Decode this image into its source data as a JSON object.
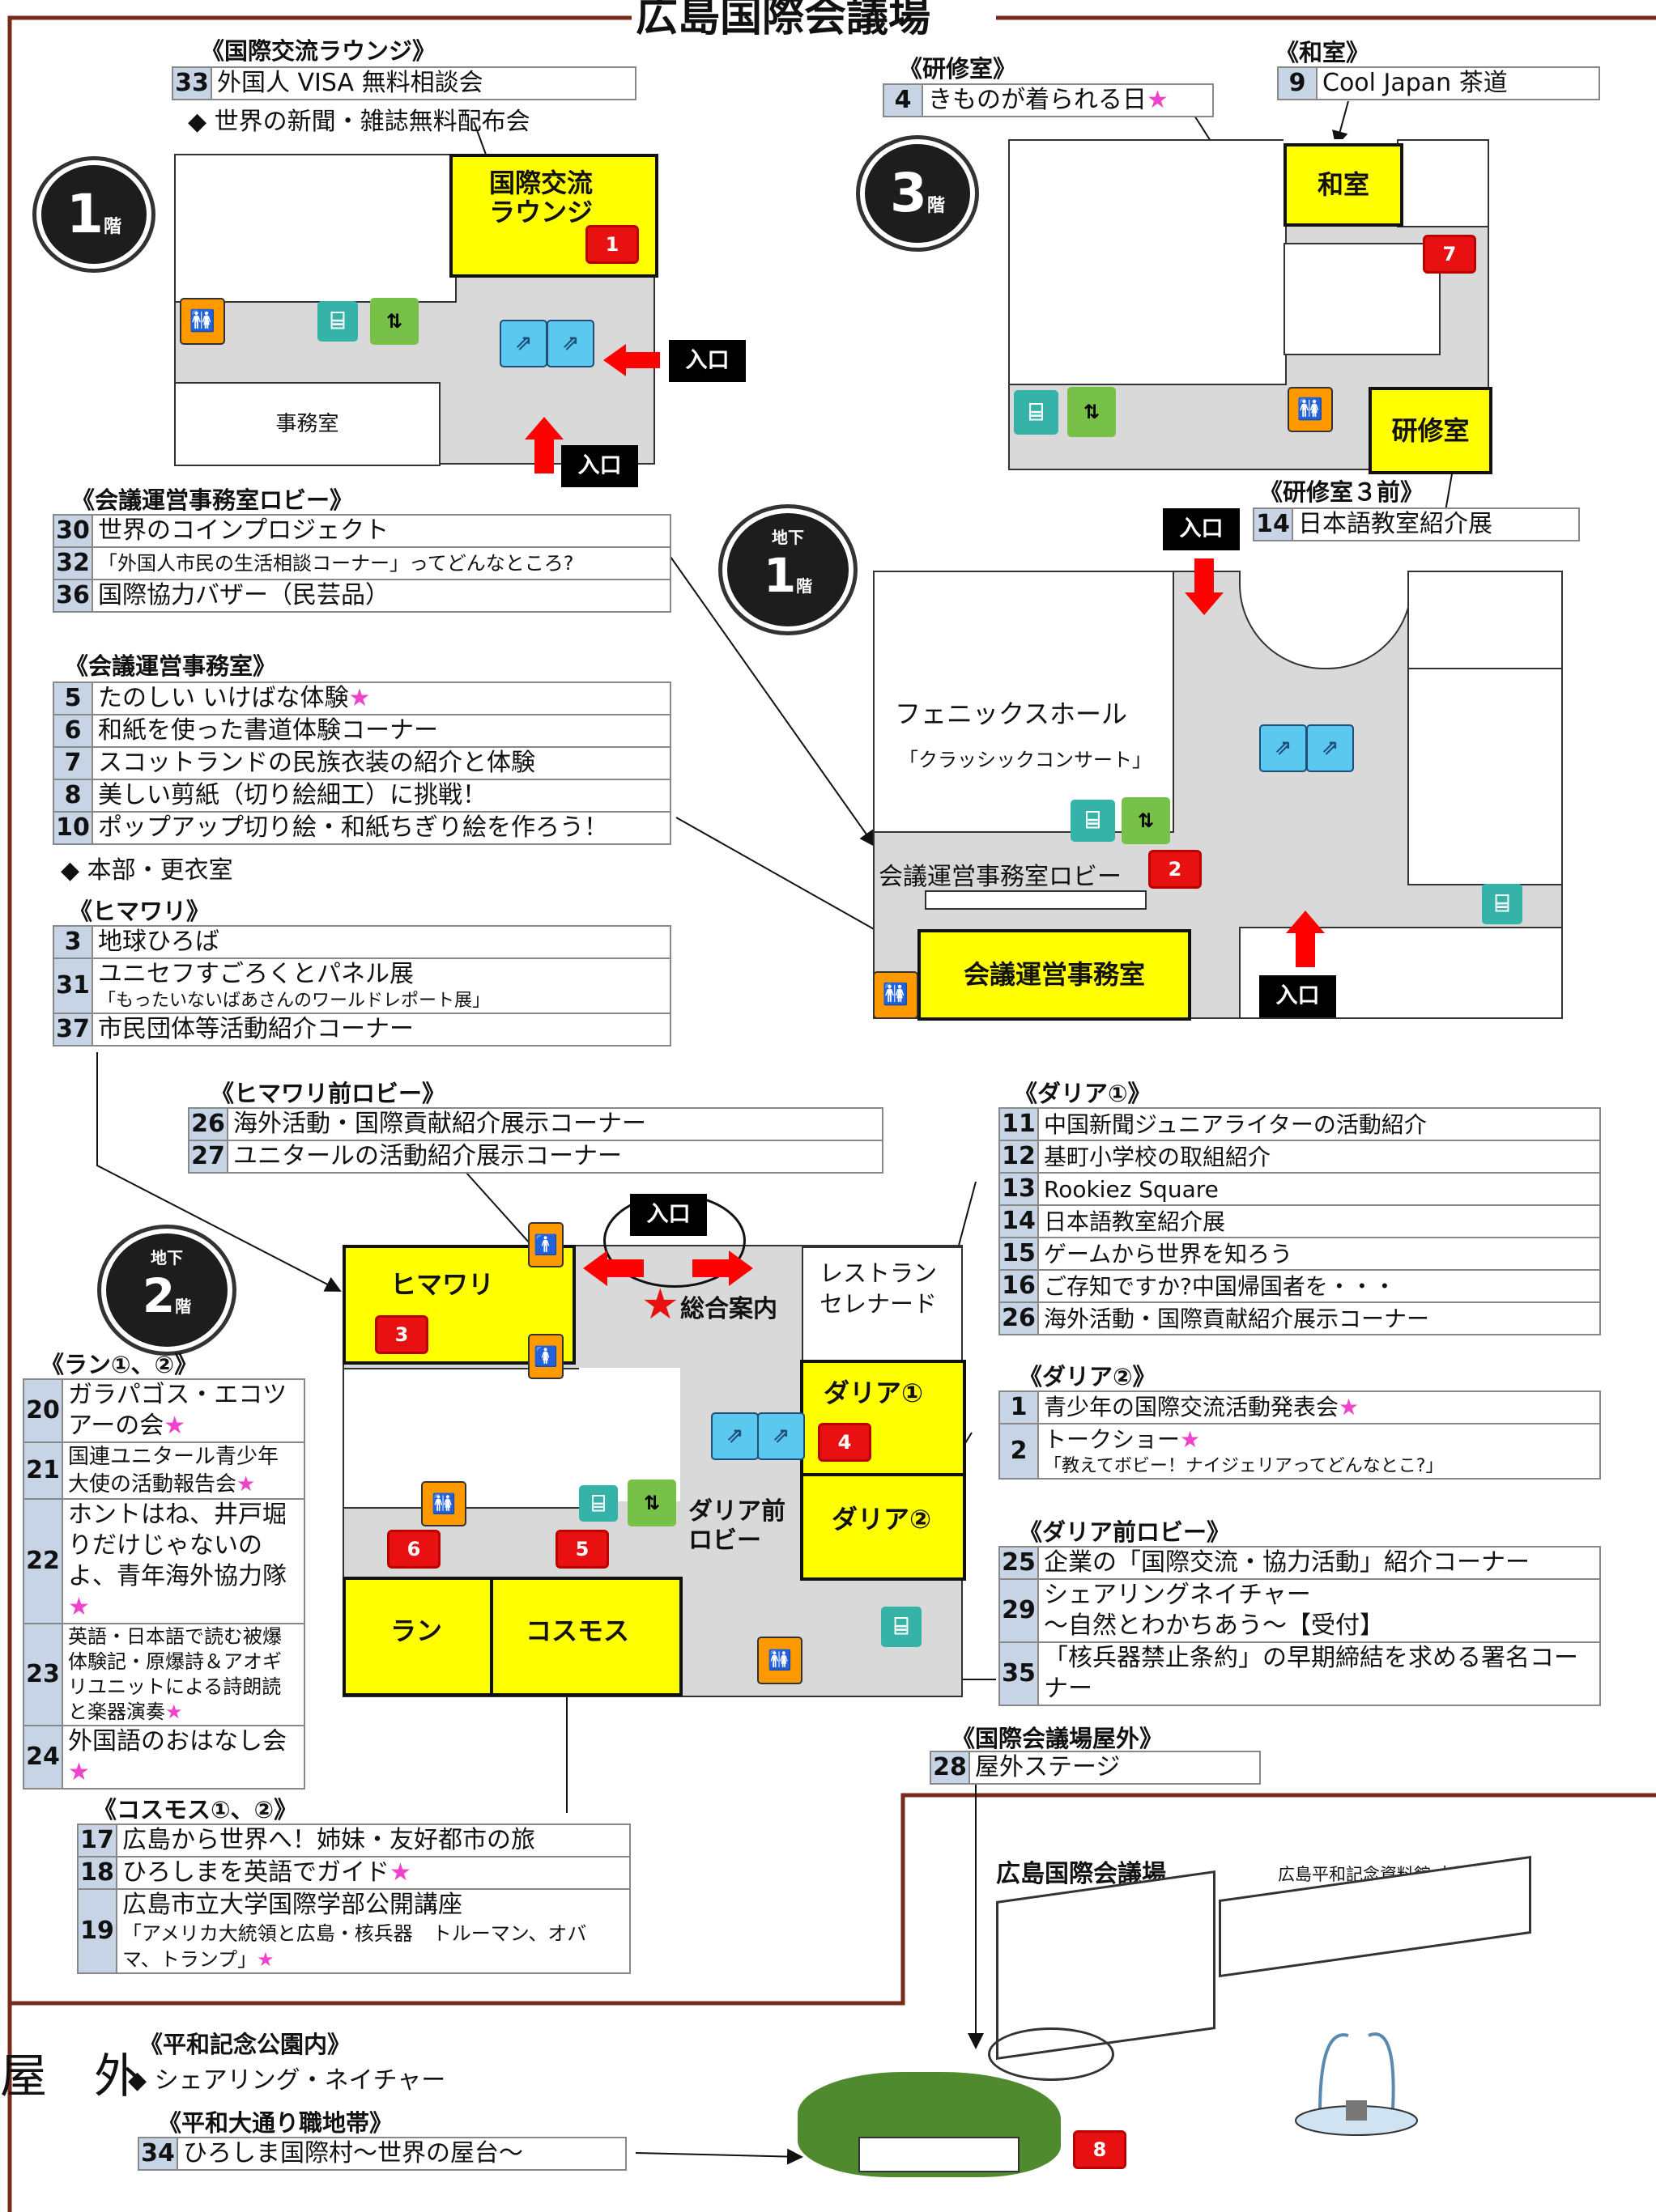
{
  "title": "広島国際会議場",
  "floors": {
    "f1": {
      "label": "1",
      "unit": "階"
    },
    "f3": {
      "label": "3",
      "unit": "階"
    },
    "b1": {
      "pre": "地下",
      "label": "1",
      "unit": "階"
    },
    "b2": {
      "pre": "地下",
      "label": "2",
      "unit": "階"
    }
  },
  "entrance_label": "入口",
  "map1": {
    "lounge": "国際交流\nラウンジ",
    "office": "事務室",
    "badge": "1"
  },
  "map3": {
    "washitsu": "和室",
    "kenshu": "研修室",
    "badge": "7"
  },
  "mapb1": {
    "phoenix": "フェニックスホール",
    "concert": "「クラッシックコンサート」",
    "lobby": "会議運営事務室ロビー",
    "office": "会議運営事務室",
    "badge": "2"
  },
  "mapb2": {
    "himawari": "ヒマワリ",
    "restaurant": "レストラン\nセレナード",
    "info": "総合案内",
    "dahlia1": "ダリア①",
    "dahlia2": "ダリア②",
    "dahlia_lobby": "ダリア前\nロビー",
    "ran": "ラン",
    "cosmos": "コスモス",
    "badges": [
      "3",
      "4",
      "5",
      "6"
    ]
  },
  "outdoor": {
    "side_label": "屋　外",
    "kaigijo": "広島国際会議場",
    "shiryokan": "広島平和記念資料館 本館",
    "badge": "8"
  },
  "sections": {
    "lounge": {
      "title": "《国際交流ラウンジ》",
      "rows": [
        {
          "n": "33",
          "t": "外国人 VISA 無料相談会"
        }
      ],
      "note": "◆ 世界の新聞・雑誌無料配布会"
    },
    "kenshu": {
      "title": "《研修室》",
      "rows": [
        {
          "n": "4",
          "t": "きものが着られる日",
          "star": "★"
        }
      ]
    },
    "washitsu": {
      "title": "《和室》",
      "rows": [
        {
          "n": "9",
          "t": "Cool Japan 茶道"
        }
      ]
    },
    "kenshu_mae": {
      "title": "《研修室３前》",
      "rows": [
        {
          "n": "14",
          "t": "日本語教室紹介展"
        }
      ]
    },
    "lobby": {
      "title": "《会議運営事務室ロビー》",
      "rows": [
        {
          "n": "30",
          "t": "世界のコインプロジェクト"
        },
        {
          "n": "32",
          "t": "「外国人市民の生活相談コーナー」ってどんなところ?"
        },
        {
          "n": "36",
          "t": "国際協力バザー（民芸品）"
        }
      ]
    },
    "office": {
      "title": "《会議運営事務室》",
      "rows": [
        {
          "n": "5",
          "t": "たのしい いけばな体験",
          "star": "★"
        },
        {
          "n": "6",
          "t": "和紙を使った書道体験コーナー"
        },
        {
          "n": "7",
          "t": "スコットランドの民族衣装の紹介と体験"
        },
        {
          "n": "8",
          "t": "美しい剪紙（切り絵細工）に挑戦！"
        },
        {
          "n": "10",
          "t": "ポップアップ切り絵・和紙ちぎり絵を作ろう！"
        }
      ],
      "note": "◆ 本部・更衣室"
    },
    "himawari": {
      "title": "《ヒマワリ》",
      "rows": [
        {
          "n": "3",
          "t": "地球ひろば"
        },
        {
          "n": "31",
          "t": "ユニセフすごろくとパネル展",
          "sub": "「もったいないばあさんのワールドレポート展」"
        },
        {
          "n": "37",
          "t": "市民団体等活動紹介コーナー"
        }
      ]
    },
    "himawari_mae": {
      "title": "《ヒマワリ前ロビー》",
      "rows": [
        {
          "n": "26",
          "t": "海外活動・国際貢献紹介展示コーナー"
        },
        {
          "n": "27",
          "t": "ユニタールの活動紹介展示コーナー"
        }
      ]
    },
    "dahlia1": {
      "title": "《ダリア①》",
      "rows": [
        {
          "n": "11",
          "t": "中国新聞ジュニアライターの活動紹介"
        },
        {
          "n": "12",
          "t": "基町小学校の取組紹介"
        },
        {
          "n": "13",
          "t": "Rookiez Square"
        },
        {
          "n": "14",
          "t": "日本語教室紹介展"
        },
        {
          "n": "15",
          "t": "ゲームから世界を知ろう"
        },
        {
          "n": "16",
          "t": "ご存知ですか?中国帰国者を・・・"
        },
        {
          "n": "26",
          "t": "海外活動・国際貢献紹介展示コーナー"
        }
      ]
    },
    "dahlia2": {
      "title": "《ダリア②》",
      "rows": [
        {
          "n": "1",
          "t": "青少年の国際交流活動発表会",
          "star": "★"
        },
        {
          "n": "2",
          "t": "トークショー",
          "star": "★",
          "sub": "「教えてボビー！ナイジェリアってどんなとこ?」"
        }
      ]
    },
    "dahlia_mae": {
      "title": "《ダリア前ロビー》",
      "rows": [
        {
          "n": "25",
          "t": "企業の「国際交流・協力活動」紹介コーナー"
        },
        {
          "n": "29",
          "t": "シェアリングネイチャー",
          "t2": "〜自然とわかちあう〜【受付】"
        },
        {
          "n": "35",
          "t": "「核兵器禁止条約」の早期締結を求める署名コーナー"
        }
      ]
    },
    "outside": {
      "title": "《国際会議場屋外》",
      "rows": [
        {
          "n": "28",
          "t": "屋外ステージ"
        }
      ]
    },
    "ran": {
      "title": "《ラン①、②》",
      "rows": [
        {
          "n": "20",
          "t": "ガラパゴス・エコツアーの会",
          "star": "★"
        },
        {
          "n": "21",
          "t": "国連ユニタール青少年大使の活動報告会",
          "star": "★"
        },
        {
          "n": "22",
          "t": "ホントはね、井戸堀りだけじゃないのよ、青年海外協力隊",
          "star": "★"
        },
        {
          "n": "23",
          "t": "英語・日本語で読む被爆体験記・原爆詩＆アオギリユニットによる詩朗読と楽器演奏",
          "star": "★"
        },
        {
          "n": "24",
          "t": "外国語のおはなし会",
          "star": "★"
        }
      ]
    },
    "cosmos": {
      "title": "《コスモス①、②》",
      "rows": [
        {
          "n": "17",
          "t": "広島から世界へ！姉妹・友好都市の旅"
        },
        {
          "n": "18",
          "t": "ひろしまを英語でガイド",
          "star": "★"
        },
        {
          "n": "19",
          "t": "広島市立大学国際学部公開講座",
          "sub": "「アメリカ大統領と広島・核兵器　トルーマン、オバマ、トランプ」",
          "star": "★"
        }
      ]
    },
    "park": {
      "title": "《平和記念公園内》",
      "note": "◆ シェアリング・ネイチャー"
    },
    "street": {
      "title": "《平和大通り職地帯》",
      "rows": [
        {
          "n": "34",
          "t": "ひろしま国際村〜世界の屋台〜"
        }
      ]
    }
  },
  "colors": {
    "room": "#ffff00",
    "badge": "#e81010",
    "number_cell": "#c7d4e6",
    "star": "#ee44cc",
    "corridor": "#d9d9d9",
    "frame": "#7a2a1a"
  }
}
